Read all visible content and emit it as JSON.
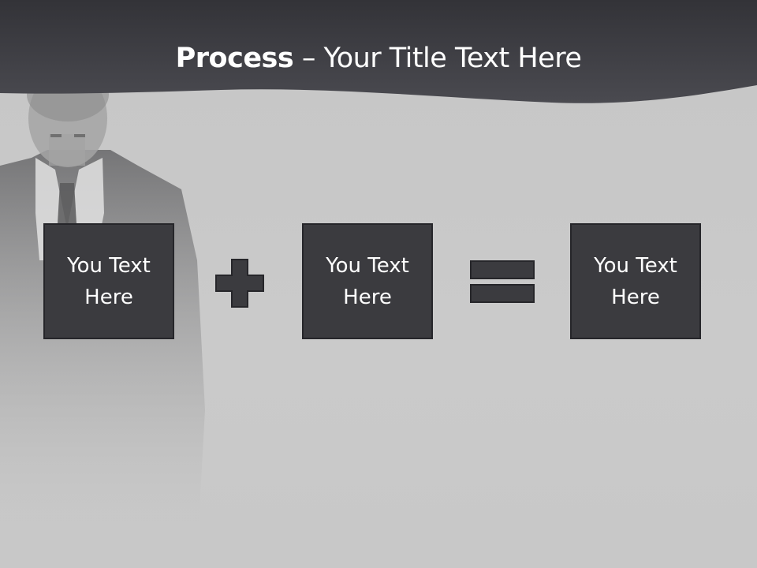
{
  "slide": {
    "title_bold": "Process",
    "title_rest": " – Your Title Text Here",
    "boxes": [
      {
        "label_line1": "You Text",
        "label_line2": "Here"
      },
      {
        "label_line1": "You Text",
        "label_line2": "Here"
      },
      {
        "label_line1": "You Text",
        "label_line2": "Here"
      }
    ],
    "operators": [
      "plus-icon",
      "equals-icon"
    ],
    "colors": {
      "header": "#3c3c42",
      "box_fill": "#3b3b3f",
      "box_border": "#26262a",
      "background": "#c9c9c9",
      "text": "#ffffff"
    }
  }
}
